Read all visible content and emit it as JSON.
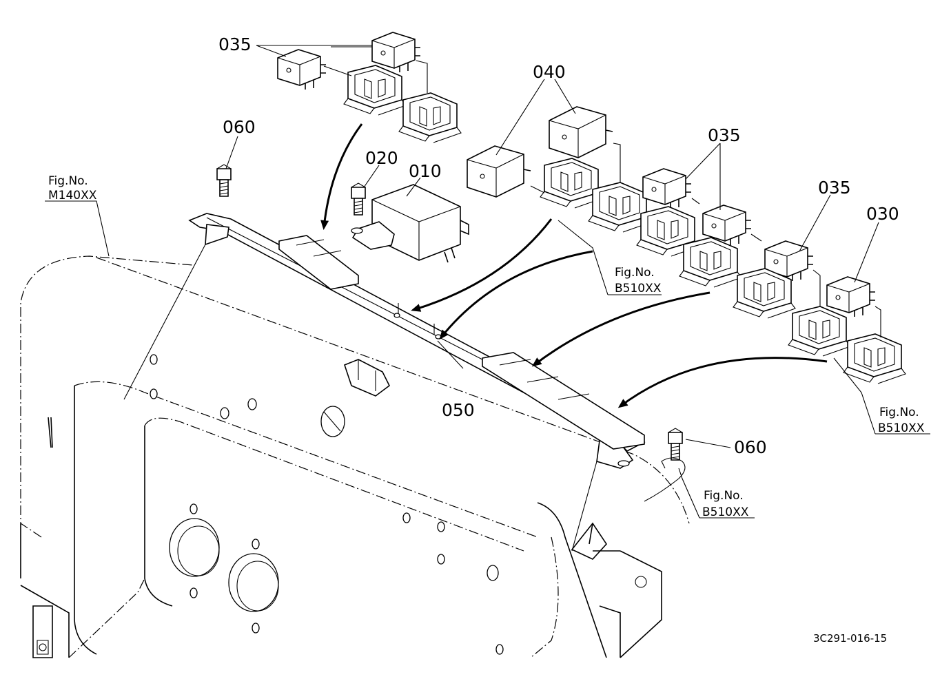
{
  "callouts": {
    "c010": "010",
    "c020": "020",
    "c030": "030",
    "c035a": "035",
    "c035b": "035",
    "c035c": "035",
    "c040": "040",
    "c050": "050",
    "c060a": "060",
    "c060b": "060"
  },
  "figure_refs": {
    "ref1_line1": "Fig.No.",
    "ref1_line2": "M140XX",
    "ref2_line1": "Fig.No.",
    "ref2_line2": "B510XX",
    "ref3_line1": "Fig.No.",
    "ref3_line2": "B510XX",
    "ref4_line1": "Fig.No.",
    "ref4_line2": "B510XX"
  },
  "diagram_code": "3C291-016-15"
}
